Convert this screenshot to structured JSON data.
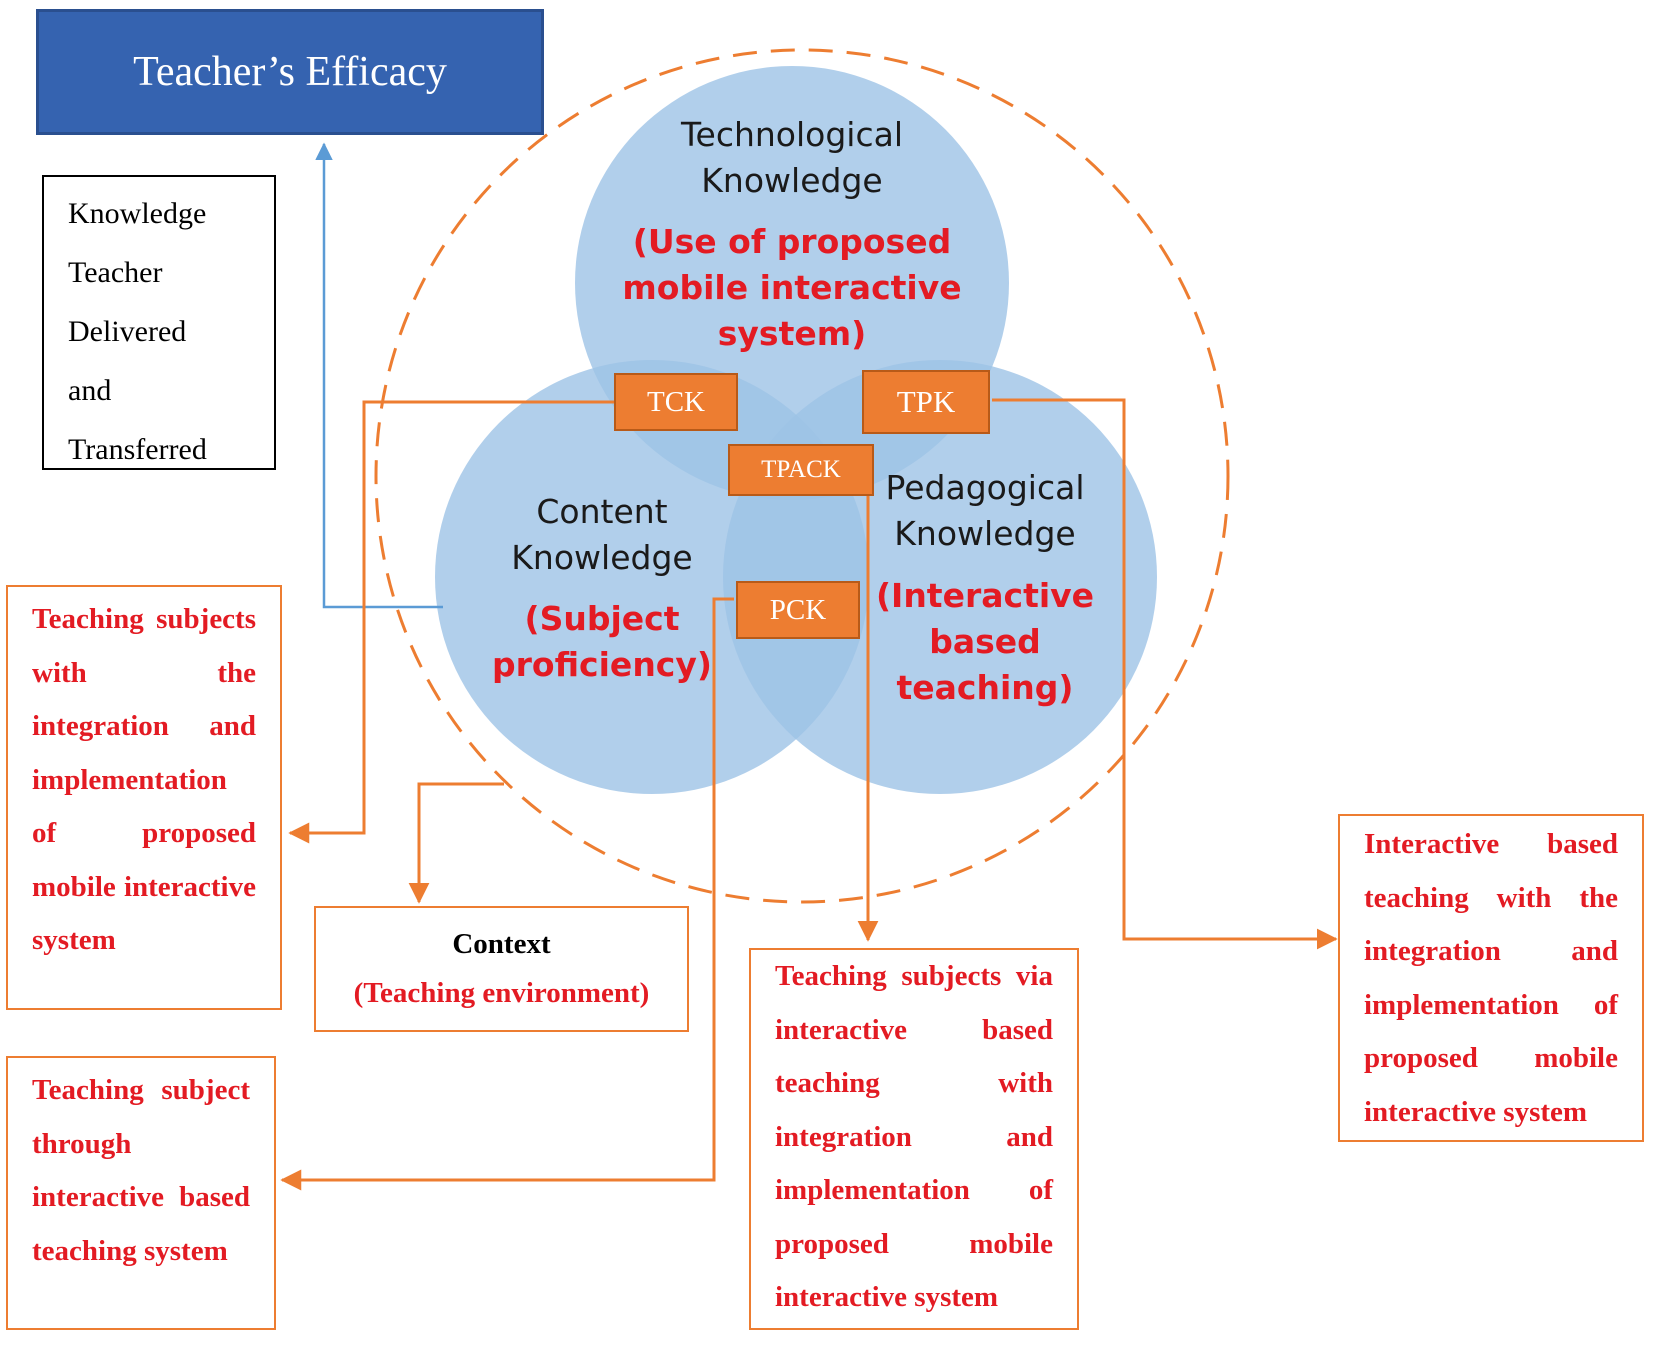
{
  "title": "Teacher’s Efficacy",
  "legend": [
    "Knowledge",
    "Teacher",
    "Delivered",
    "and",
    "Transferred"
  ],
  "circles": {
    "technological": {
      "title_lines": [
        "Technological",
        "Knowledge"
      ],
      "sub_lines": [
        "(Use of proposed",
        "mobile interactive",
        "system)"
      ]
    },
    "content": {
      "title_lines": [
        "Content",
        "Knowledge"
      ],
      "sub_lines": [
        "(Subject",
        "proficiency)"
      ]
    },
    "pedagogical": {
      "title_lines": [
        "Pedagogical",
        "Knowledge"
      ],
      "sub_lines": [
        "(Interactive",
        "based",
        "teaching)"
      ]
    }
  },
  "tags": {
    "tck": "TCK",
    "tpk": "TPK",
    "tpack": "TPACK",
    "pck": "PCK"
  },
  "context": {
    "title": "Context",
    "subtitle": "(Teaching environment)"
  },
  "notes": {
    "tck": "Teaching subjects with the integration and implementation of proposed mobile interactive system",
    "pck": "Teaching subject through interactive based teaching system",
    "tpack": "Teaching subjects via interactive based teaching with integration and implementation of proposed mobile interactive system",
    "tpk": "Interactive based teaching with the integration and implementation of proposed mobile interactive system"
  },
  "colors": {
    "title_fill": "#3563b0",
    "circle_fill": "#9dc3e6",
    "accent_orange": "#ed7d31",
    "text_red": "#e31b23",
    "arrow_blue": "#5b9bd5"
  }
}
